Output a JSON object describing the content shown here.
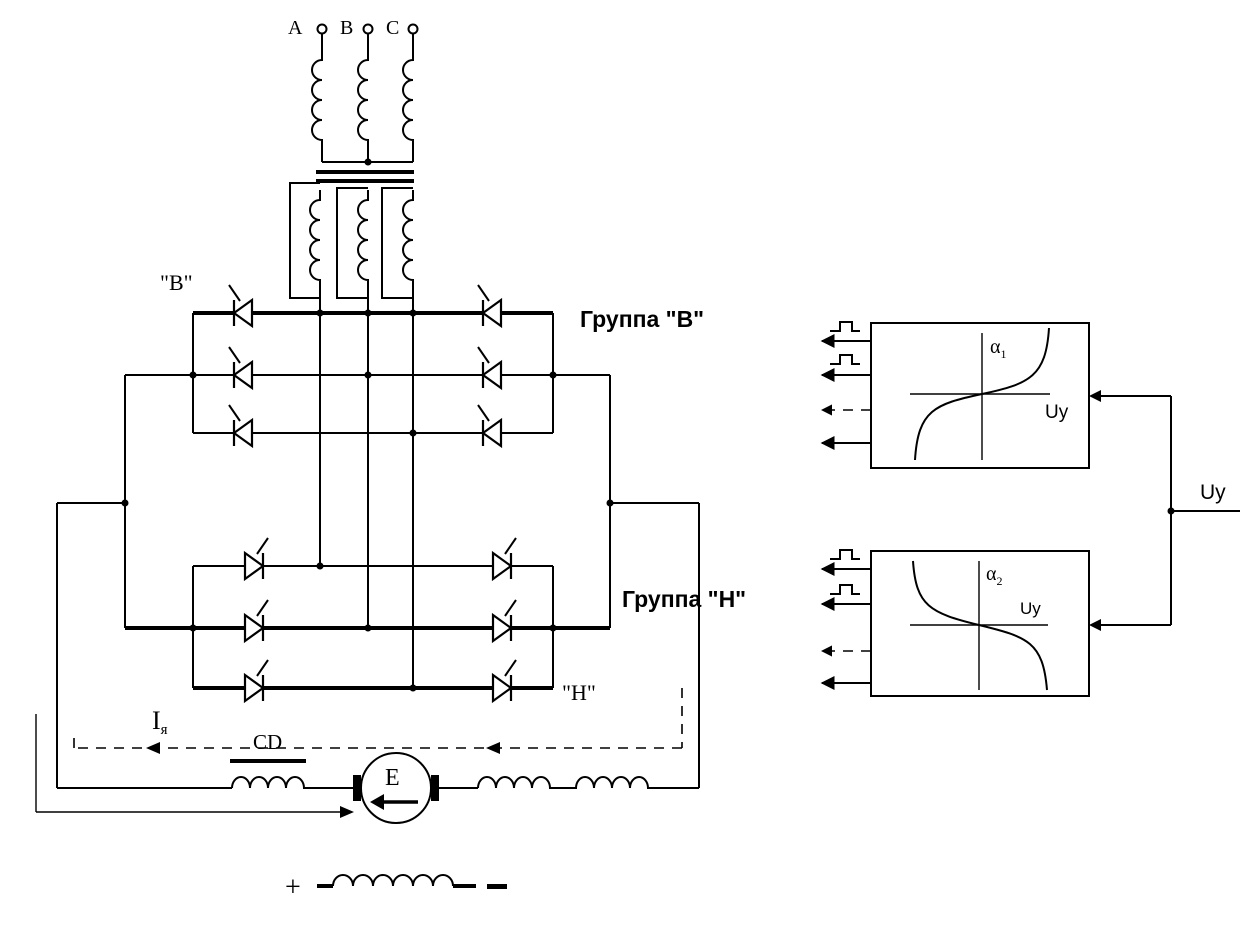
{
  "terminals": [
    "A",
    "B",
    "C"
  ],
  "labels": {
    "group_b_title": "Группа \"В\"",
    "group_h_title": "Группа \"Н\"",
    "valve_b": "\"В\"",
    "valve_h": "\"Н\"",
    "armature_current_main": "I",
    "armature_current_sub": "я",
    "choke": "CD",
    "motor_emf": "E",
    "control_voltage": "Uy",
    "field_plus": "+",
    "field_minus": "-"
  },
  "control_units": [
    {
      "alpha_main": "α",
      "alpha_sub": "1",
      "axis_label": "Uy"
    },
    {
      "alpha_main": "α",
      "alpha_sub": "2",
      "axis_label": "Uy"
    }
  ]
}
